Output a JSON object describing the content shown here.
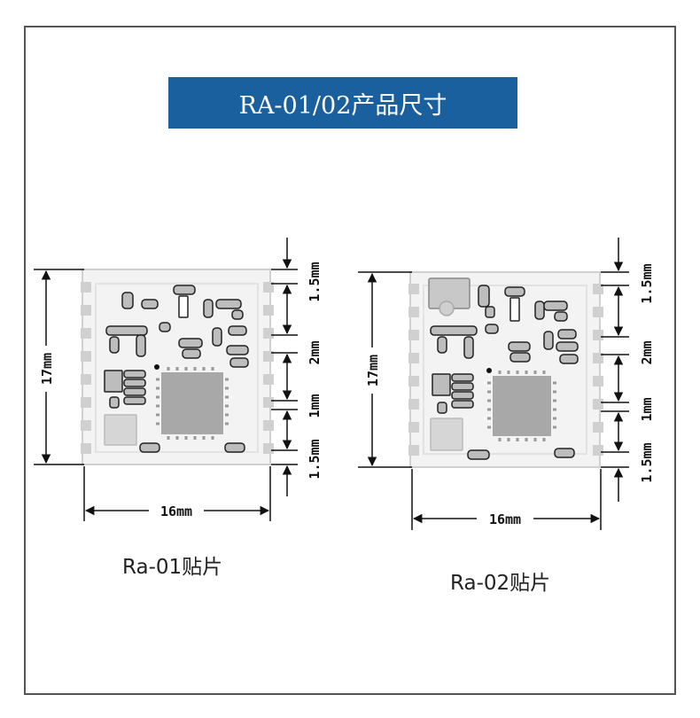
{
  "title": "RA-01/02产品尺寸",
  "colors": {
    "banner": "#1a5f9e",
    "board": "#f2f2f2",
    "chip": "#a9a9a9",
    "pad": "#cfcfcf"
  },
  "modules": [
    {
      "caption": "Ra-01贴片",
      "width_label": "16mm",
      "height_label": "17mm",
      "side_labels": [
        "1.5mm",
        "2mm",
        "1mm",
        "1.5mm"
      ]
    },
    {
      "caption": "Ra-02贴片",
      "width_label": "16mm",
      "height_label": "17mm",
      "side_labels": [
        "1.5mm",
        "2mm",
        "1mm",
        "1.5mm"
      ]
    }
  ]
}
